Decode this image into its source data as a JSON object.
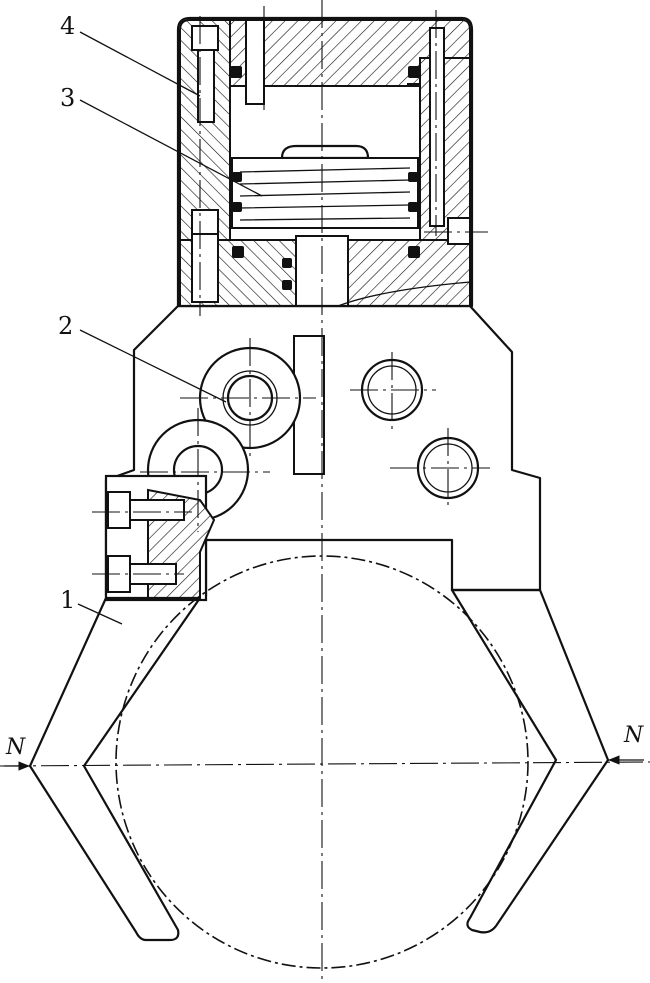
{
  "labels": {
    "part_1": "1",
    "part_2": "2",
    "part_3": "3",
    "part_4": "4",
    "force_left": "N",
    "force_right": "N"
  },
  "colors": {
    "line": "#111111",
    "background": "#ffffff"
  }
}
